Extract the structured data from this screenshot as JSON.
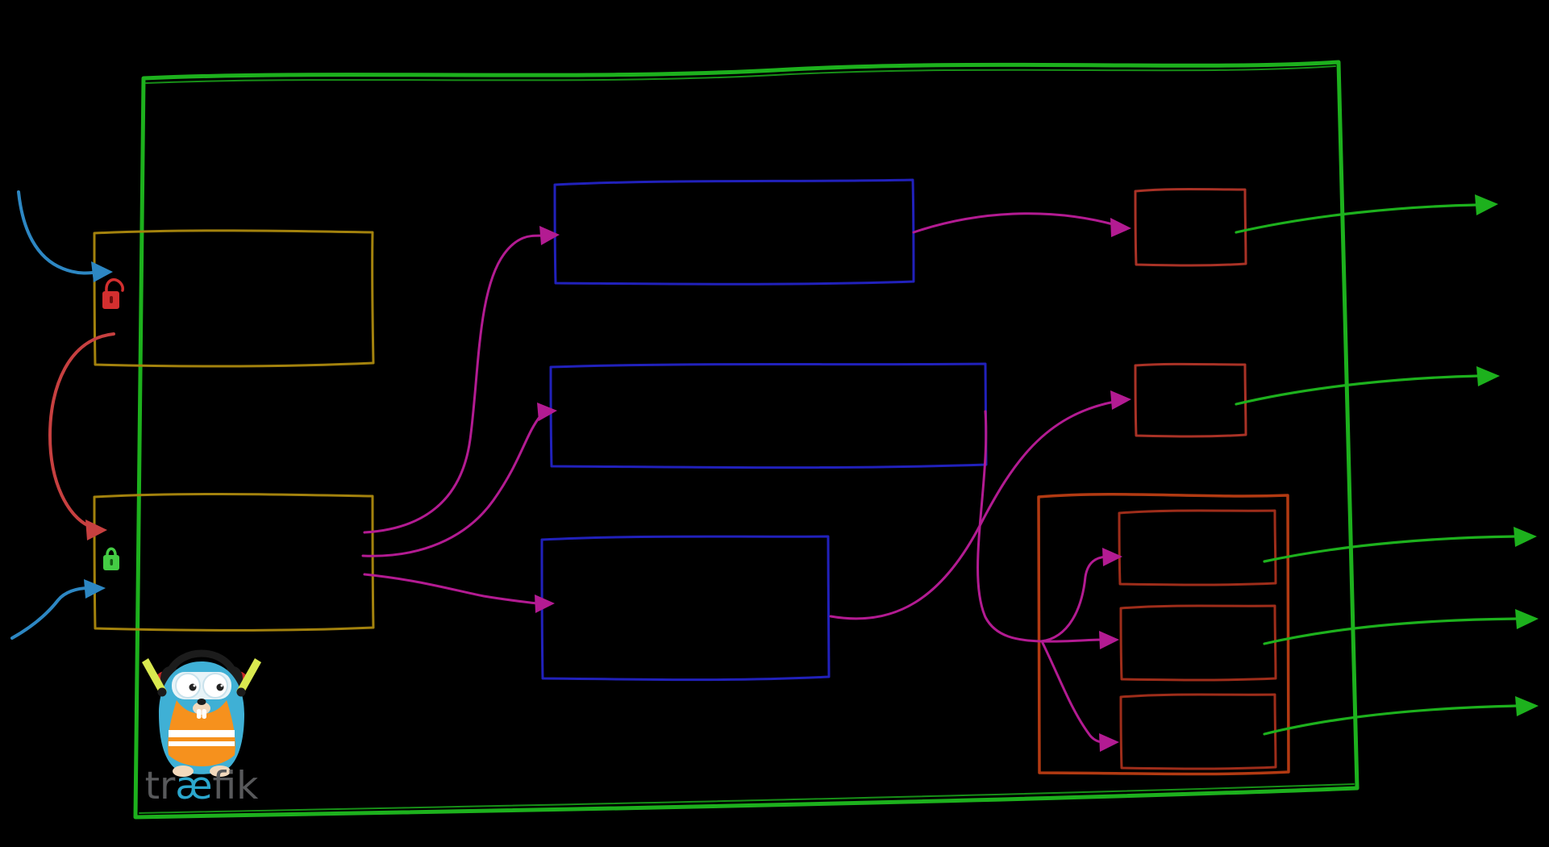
{
  "diagram": {
    "wordmark": {
      "pre": "tr",
      "mid": "æ",
      "post": "fik"
    },
    "colors": {
      "background": "#000000",
      "outer_box": "#1db11d",
      "entrypoint_box": "#a3820d",
      "router_box": "#2121bb",
      "service_box": "#a93226",
      "cluster_box": "#b23a12",
      "server_box": "#9e2d1a",
      "routing_arrow": "#b31b92",
      "exit_arrow": "#1db11d",
      "request_arrow": "#2d87c3",
      "redirect_arrow": "#c74040",
      "lock_open": "#d32f2f",
      "lock_closed": "#44cc44",
      "wordmark_text": "#58595b",
      "wordmark_ae": "#2ba7cd",
      "gopher_body": "#3fb0d5",
      "gopher_vest": "#f6911d",
      "gopher_baton": "#d9e94f",
      "gopher_headphone": "#1c1c1c",
      "gopher_headphone_accent": "#c62828",
      "gopher_skin": "#f3d9bc"
    }
  }
}
